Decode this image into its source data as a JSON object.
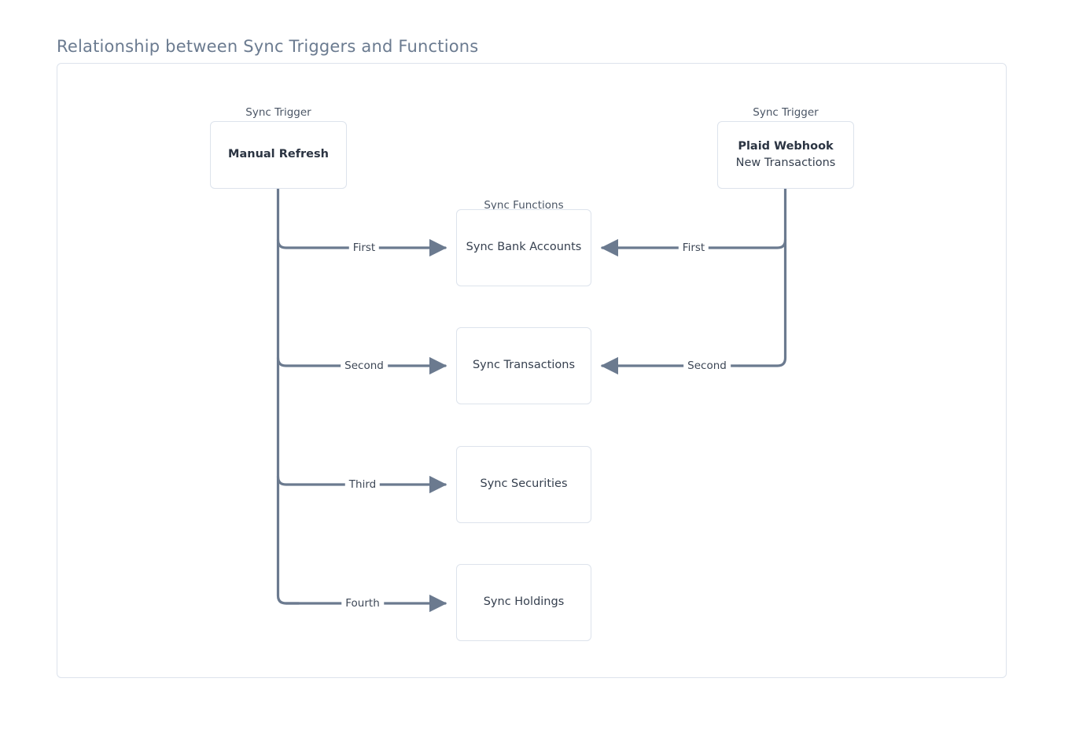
{
  "page": {
    "title": "Relationship between Sync Triggers and Functions",
    "background_color": "#ffffff",
    "frame_border_color": "#dde3ec",
    "edge_color": "#6b7a8f",
    "title_color": "#6b7b90"
  },
  "groups": {
    "trigger_label_left": "Sync Trigger",
    "trigger_label_right": "Sync Trigger",
    "functions_label": "Sync Functions"
  },
  "triggers": [
    {
      "id": "manual-refresh",
      "group_label": "Sync Trigger",
      "title": "Manual Refresh",
      "subtitle": ""
    },
    {
      "id": "plaid-webhook",
      "group_label": "Sync Trigger",
      "title": "Plaid Webhook",
      "subtitle": "New Transactions"
    }
  ],
  "functions": [
    {
      "id": "sync-bank-accounts",
      "label": "Sync Bank Accounts"
    },
    {
      "id": "sync-transactions",
      "label": "Sync Transactions"
    },
    {
      "id": "sync-securities",
      "label": "Sync Securities"
    },
    {
      "id": "sync-holdings",
      "label": "Sync Holdings"
    }
  ],
  "edges": [
    {
      "id": "manual-first",
      "from": "manual-refresh",
      "to": "sync-bank-accounts",
      "label": "First",
      "direction": "right"
    },
    {
      "id": "manual-second",
      "from": "manual-refresh",
      "to": "sync-transactions",
      "label": "Second",
      "direction": "right"
    },
    {
      "id": "manual-third",
      "from": "manual-refresh",
      "to": "sync-securities",
      "label": "Third",
      "direction": "right"
    },
    {
      "id": "manual-fourth",
      "from": "manual-refresh",
      "to": "sync-holdings",
      "label": "Fourth",
      "direction": "right"
    },
    {
      "id": "webhook-first",
      "from": "plaid-webhook",
      "to": "sync-bank-accounts",
      "label": "First",
      "direction": "left"
    },
    {
      "id": "webhook-second",
      "from": "plaid-webhook",
      "to": "sync-transactions",
      "label": "Second",
      "direction": "left"
    }
  ]
}
